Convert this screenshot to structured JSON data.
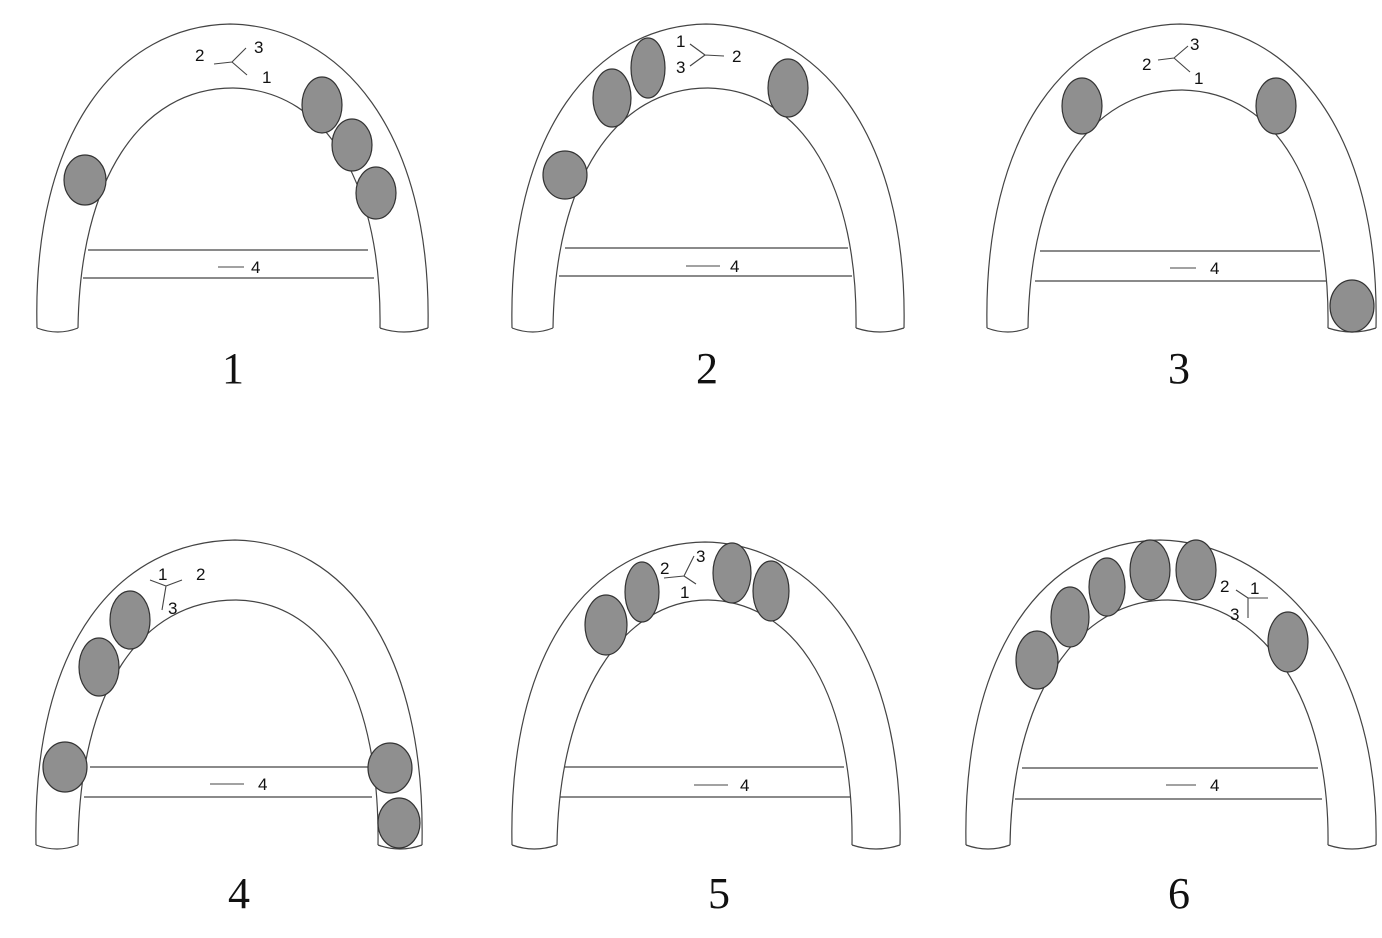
{
  "panels": [
    {
      "caption": "1",
      "labels": {
        "one": "1",
        "two": "2",
        "three": "3",
        "four": "4"
      }
    },
    {
      "caption": "2",
      "labels": {
        "one": "1",
        "two": "2",
        "three": "3",
        "four": "4"
      }
    },
    {
      "caption": "3",
      "labels": {
        "one": "1",
        "two": "2",
        "three": "3",
        "four": "4"
      }
    },
    {
      "caption": "4",
      "labels": {
        "one": "1",
        "two": "2",
        "three": "3",
        "four": "4"
      }
    },
    {
      "caption": "5",
      "labels": {
        "one": "1",
        "two": "2",
        "three": "3",
        "four": "4"
      }
    },
    {
      "caption": "6",
      "labels": {
        "one": "1",
        "two": "2",
        "three": "3",
        "four": "4"
      }
    }
  ],
  "colors": {
    "tooth_fill": "#8f8f8f",
    "line": "#444444"
  }
}
